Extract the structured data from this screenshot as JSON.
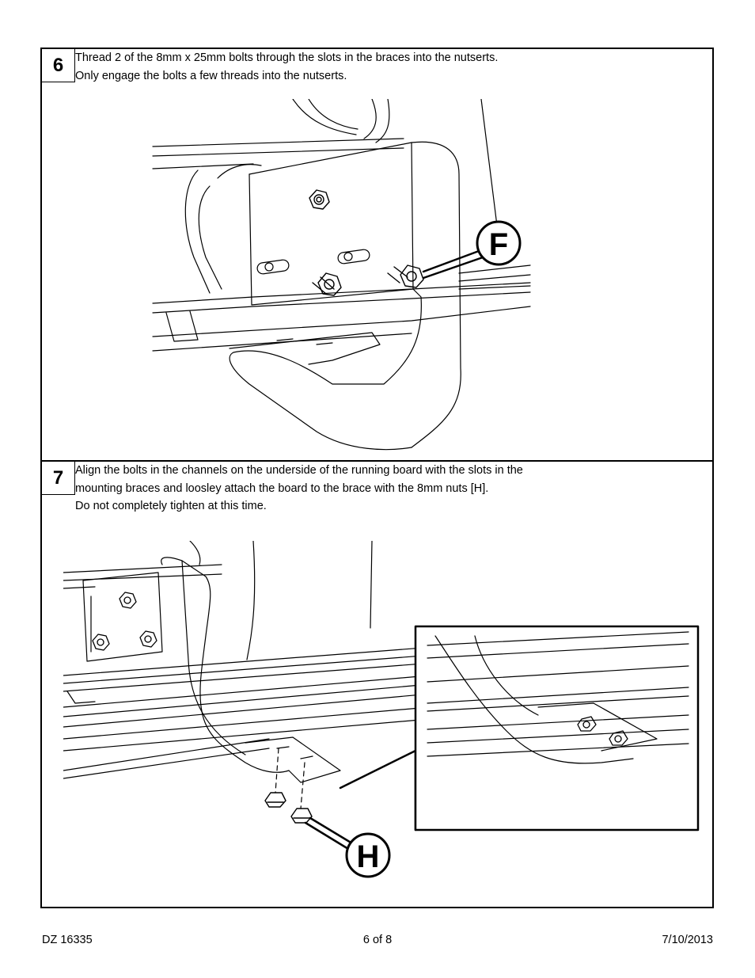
{
  "steps": [
    {
      "number": "6",
      "lines": [
        "Thread 2 of the 8mm x 25mm bolts through the slots in the braces into the nutserts.",
        "Only engage the bolts a few threads into the nutserts."
      ],
      "callout": "F"
    },
    {
      "number": "7",
      "lines": [
        "Align the bolts in the channels on the underside of the running board with the slots in the",
        "mounting braces and loosley attach the board to the brace with the 8mm nuts [H].",
        "Do not completely tighten at this time."
      ],
      "callout": "H"
    }
  ],
  "footer": {
    "left": "DZ 16335",
    "center": "6 of 8",
    "right": "7/10/2013"
  }
}
